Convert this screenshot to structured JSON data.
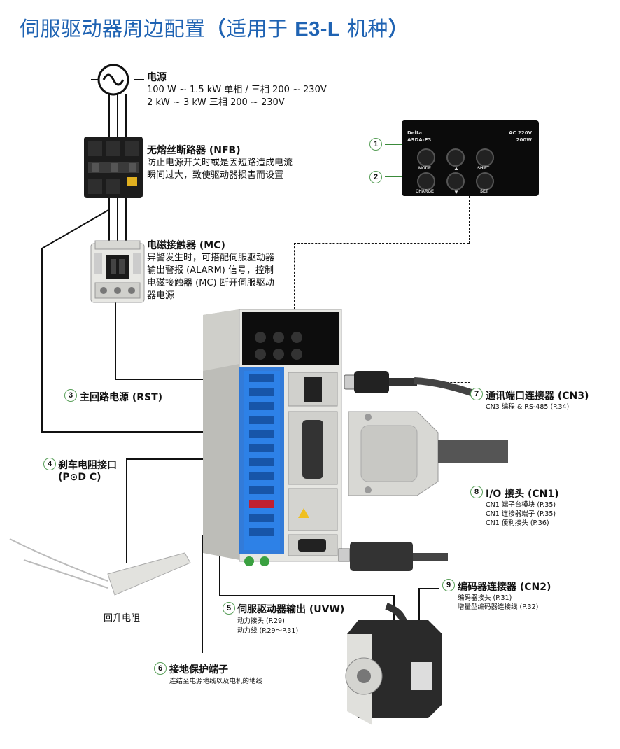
{
  "title": {
    "prefix": "伺服驱动器周边配置",
    "open": "（",
    "middle": "适用于",
    "model": "E3-L",
    "suffix": "机种",
    "close": "）"
  },
  "power": {
    "label": "电源",
    "line1": "100 W ~ 1.5 kW 单相 / 三相 200 ~ 230V",
    "line2": "2 kW ~ 3 kW 三相 200 ~ 230V"
  },
  "nfb": {
    "label": "无熔丝断路器 (NFB)",
    "line1": "防止电源开关时或是因短路造成电流",
    "line2": "瞬间过大，致使驱动器损害而设置"
  },
  "mc": {
    "label": "电磁接触器 (MC)",
    "line1": "异警发生时，可搭配伺服驱动器",
    "line2": "输出警报 (ALARM) 信号，控制",
    "line3": "电磁接触器 (MC) 断开伺服驱动",
    "line4": "器电源"
  },
  "panel": {
    "num1": "1",
    "num2": "2",
    "brand": "Delta",
    "model": "ASDA-E3",
    "spec1": "AC 220V",
    "spec2": "200W",
    "btn_mode": "MODE",
    "btn_up": "▲",
    "btn_shift": "SHIFT",
    "btn_charge": "CHARGE",
    "btn_down": "▼",
    "btn_set": "SET"
  },
  "items": {
    "n3": "3",
    "rst": "主回路电源 (RST)",
    "n4": "4",
    "brake": "刹车电阻接口",
    "brake2": "(P⊙D C)",
    "regen": "回升电阻",
    "n5": "5",
    "uvw": "伺服驱动器输出 (UVW)",
    "uvw_s1": "动力接头 (P.29)",
    "uvw_s2": "动力线 (P.29～P.31)",
    "n6": "6",
    "ground": "接地保护端子",
    "ground_s1": "连结至电源地线以及电机的地线",
    "n7": "7",
    "cn3": "通讯端口连接器 (CN3)",
    "cn3_s1": "CN3 编程 & RS-485 (P.34)",
    "n8": "8",
    "cn1": "I/O 接头 (CN1)",
    "cn1_s1": "CN1 端子台模块 (P.35)",
    "cn1_s2": "CN1 连接器端子 (P.35)",
    "cn1_s3": "CN1 便利接头 (P.36)",
    "n9": "9",
    "cn2": "编码器连接器 (CN2)",
    "cn2_s1": "编码器接头 (P.31)",
    "cn2_s2": "增量型编码器连接线 (P.32)"
  },
  "colors": {
    "title": "#1f63b3",
    "circle_border": "#5aa05a",
    "terminal_blue": "#1e6fd8"
  }
}
